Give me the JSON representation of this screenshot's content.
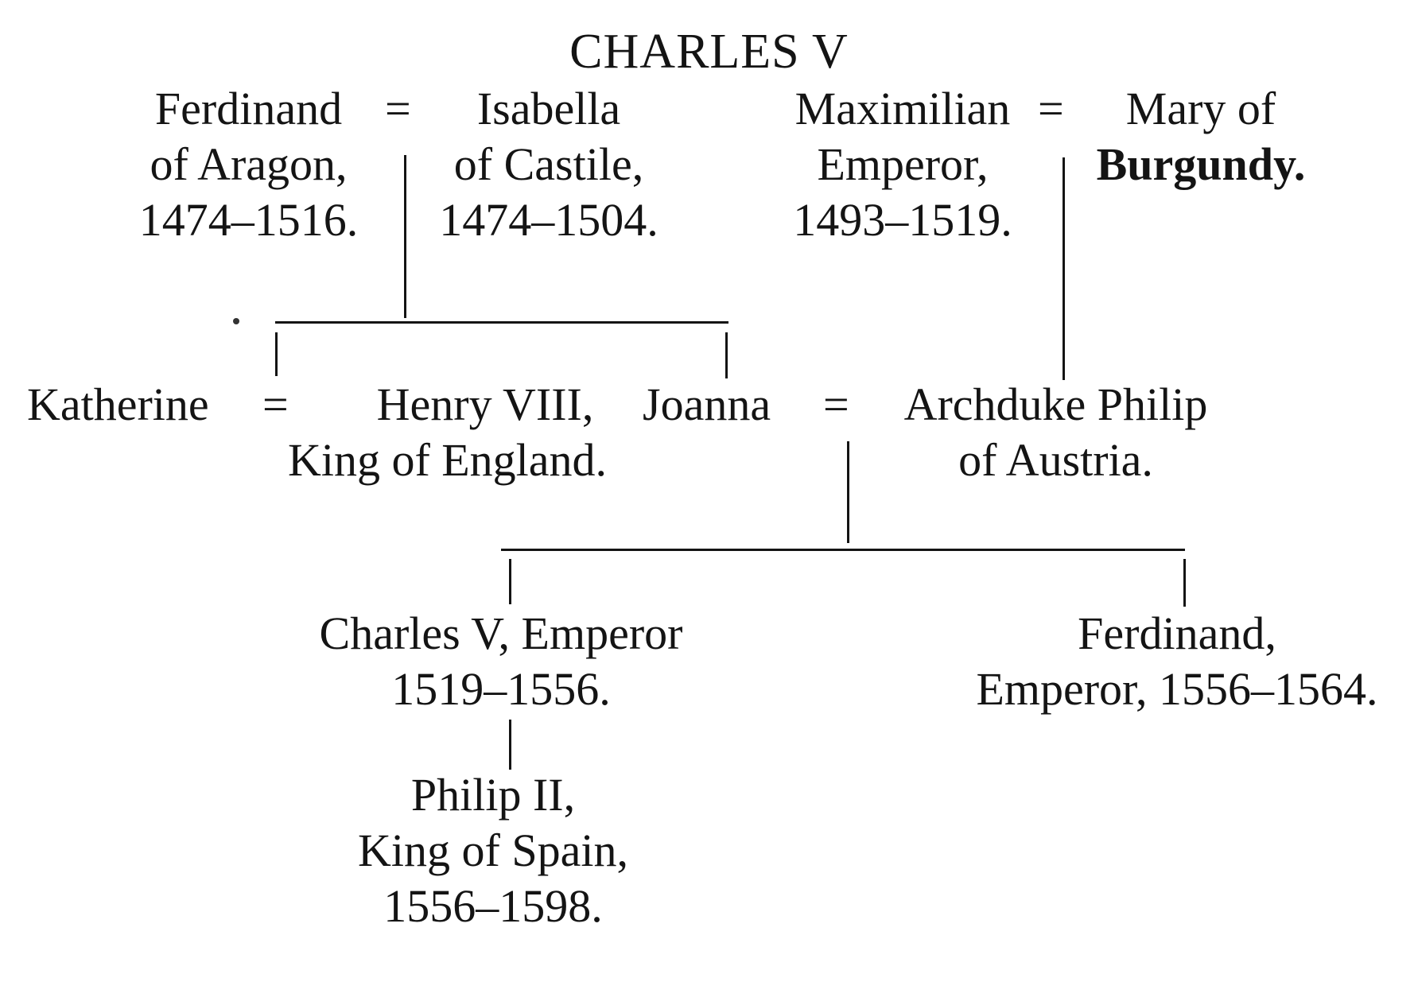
{
  "title": "CHARLES V",
  "marriage_sign": "=",
  "people": {
    "ferdinand_aragon": [
      "Ferdinand",
      "of Aragon,",
      "1474–1516."
    ],
    "isabella": [
      "Isabella",
      "of Castile,",
      "1474–1504."
    ],
    "maximilian": [
      "Maximilian",
      "Emperor,",
      "1493–1519."
    ],
    "mary": [
      "Mary of",
      "Burgundy."
    ],
    "katherine": [
      "Katherine"
    ],
    "henry": [
      "Henry VIII,",
      "King of England."
    ],
    "joanna": [
      "Joanna"
    ],
    "philip_austria": [
      "Archduke Philip",
      "of Austria."
    ],
    "charles": [
      "Charles V, Emperor",
      "1519–1556."
    ],
    "ferdinand_emperor": [
      "Ferdinand,",
      "Emperor, 1556–1564."
    ],
    "philip_ii": [
      "Philip II,",
      "King of Spain,",
      "1556–1598."
    ]
  }
}
